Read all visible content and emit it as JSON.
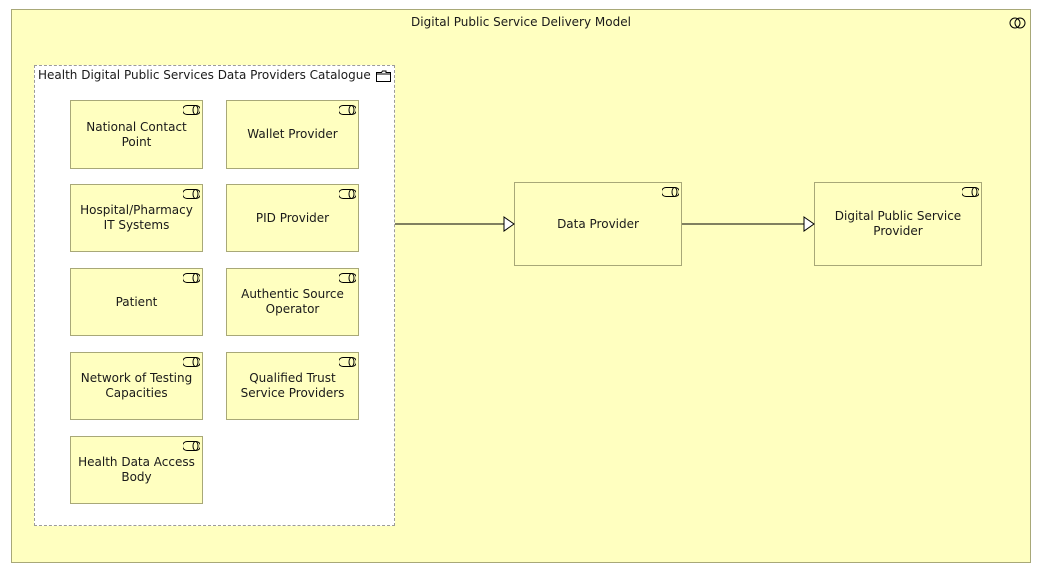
{
  "model": {
    "title": "Digital Public Service Delivery Model",
    "icon": "collaboration-icon"
  },
  "catalogue": {
    "title": "Health Digital Public Services Data Providers Catalogue",
    "icon": "folder-icon",
    "roles": [
      {
        "label": "National Contact Point",
        "icon": "business-role-icon"
      },
      {
        "label": "Wallet Provider",
        "icon": "business-role-icon"
      },
      {
        "label": "Hospital/Pharmacy IT Systems",
        "icon": "business-role-icon"
      },
      {
        "label": "PID Provider",
        "icon": "business-role-icon"
      },
      {
        "label": "Patient",
        "icon": "business-role-icon"
      },
      {
        "label": "Authentic Source Operator",
        "icon": "business-role-icon"
      },
      {
        "label": "Network of Testing Capacities",
        "icon": "business-role-icon"
      },
      {
        "label": "Qualified Trust Service Providers",
        "icon": "business-role-icon"
      },
      {
        "label": "Health Data Access Body",
        "icon": "business-role-icon"
      }
    ]
  },
  "data_provider": {
    "label": "Data Provider",
    "icon": "business-role-icon"
  },
  "service_provider": {
    "label": "Digital Public Service Provider",
    "icon": "business-role-icon"
  },
  "colors": {
    "element_fill": "#ffffc0",
    "element_border": "#a8a878",
    "edge": "#000000"
  }
}
